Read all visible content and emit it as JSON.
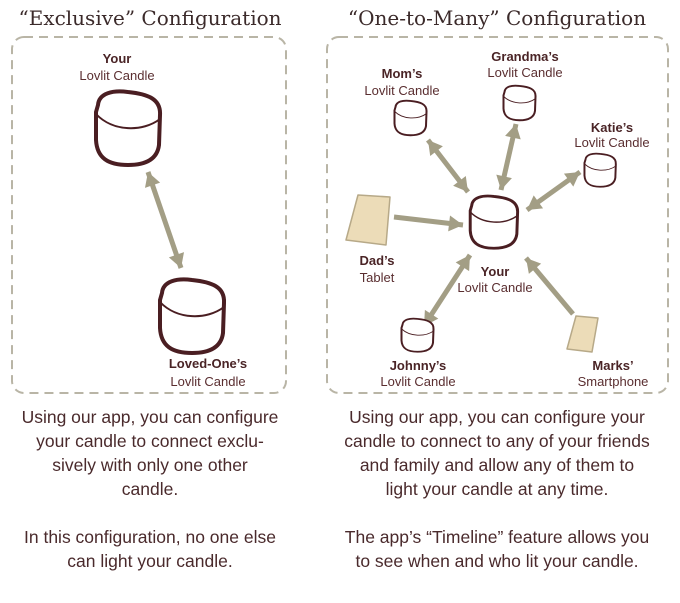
{
  "left": {
    "title": "“Exclusive” Configuration",
    "your_name": "Your",
    "your_sub": "Lovlit Candle",
    "other_name": "Loved-One’s",
    "other_sub": "Lovlit Candle",
    "desc_lines": [
      "Using our app, you can configure",
      "your candle to connect exclu-",
      "sively with only one other",
      "candle."
    ],
    "note_lines": [
      "In this configuration, no one else",
      "can light your candle."
    ]
  },
  "right": {
    "title": "“One-to-Many” Configuration",
    "nodes": {
      "mom": {
        "name": "Mom’s",
        "sub": "Lovlit Candle"
      },
      "grandma": {
        "name": "Grandma’s",
        "sub": "Lovlit Candle"
      },
      "katie": {
        "name": "Katie’s",
        "sub": "Lovlit Candle"
      },
      "dad": {
        "name": "Dad’s",
        "sub": "Tablet"
      },
      "your": {
        "name": "Your",
        "sub": "Lovlit Candle"
      },
      "johnny": {
        "name": "Johnny’s",
        "sub": "Lovlit Candle"
      },
      "marks": {
        "name": "Marks’",
        "sub": "Smartphone"
      }
    },
    "desc_lines": [
      "Using our app, you can configure your",
      "candle to connect to any of your friends",
      "and family and allow any of them to",
      "light your candle at any time."
    ],
    "note_lines": [
      "The app’s “Timeline” feature allows you",
      "to see when and who lit your candle."
    ]
  },
  "colors": {
    "candle": "#4a1e22",
    "arrow": "#a39e85",
    "device": "#ecdcb8",
    "border": "#b9b5a6"
  }
}
